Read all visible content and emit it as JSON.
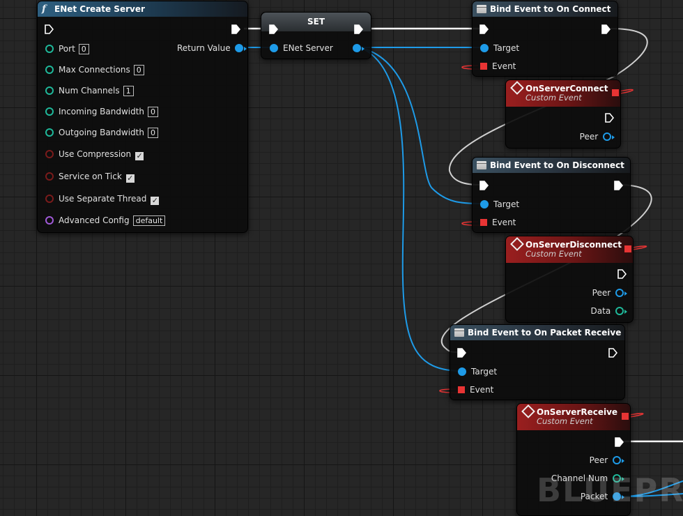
{
  "nodes": {
    "create_server": {
      "title": "ENet Create Server",
      "icon": "function-icon",
      "inputs": [
        {
          "label": "Port",
          "value": "0"
        },
        {
          "label": "Max Connections",
          "value": "0"
        },
        {
          "label": "Num Channels",
          "value": "1"
        },
        {
          "label": "Incoming Bandwidth",
          "value": "0"
        },
        {
          "label": "Outgoing Bandwidth",
          "value": "0"
        },
        {
          "label": "Use Compression",
          "checked": true
        },
        {
          "label": "Service on Tick",
          "checked": true
        },
        {
          "label": "Use Separate Thread",
          "checked": true
        },
        {
          "label": "Advanced Config",
          "value": "default"
        }
      ],
      "output": "Return Value"
    },
    "set_node": {
      "title": "SET",
      "variable": "ENet Server"
    },
    "bind_connect": {
      "title": "Bind Event to On Connect",
      "target": "Target",
      "event": "Event"
    },
    "evt_connect": {
      "title": "OnServerConnect",
      "subtitle": "Custom Event",
      "outputs": [
        "Peer"
      ]
    },
    "bind_disconnect": {
      "title": "Bind Event to On Disconnect",
      "target": "Target",
      "event": "Event"
    },
    "evt_disconnect": {
      "title": "OnServerDisconnect",
      "subtitle": "Custom Event",
      "outputs": [
        "Peer",
        "Data"
      ]
    },
    "bind_packet": {
      "title": "Bind Event to On Packet Receive",
      "target": "Target",
      "event": "Event"
    },
    "evt_receive": {
      "title": "OnServerReceive",
      "subtitle": "Custom Event",
      "outputs": [
        "Peer",
        "Channel Num",
        "Packet"
      ]
    }
  },
  "watermark": "BLUEPRI",
  "colors": {
    "exec_wire": "#ffffff",
    "object_wire": "#1e9be8",
    "delegate_wire": "#e83434",
    "int_pin": "#1fb89a",
    "bool_pin": "#7a1b1b",
    "struct_pin": "#a05ad8"
  }
}
